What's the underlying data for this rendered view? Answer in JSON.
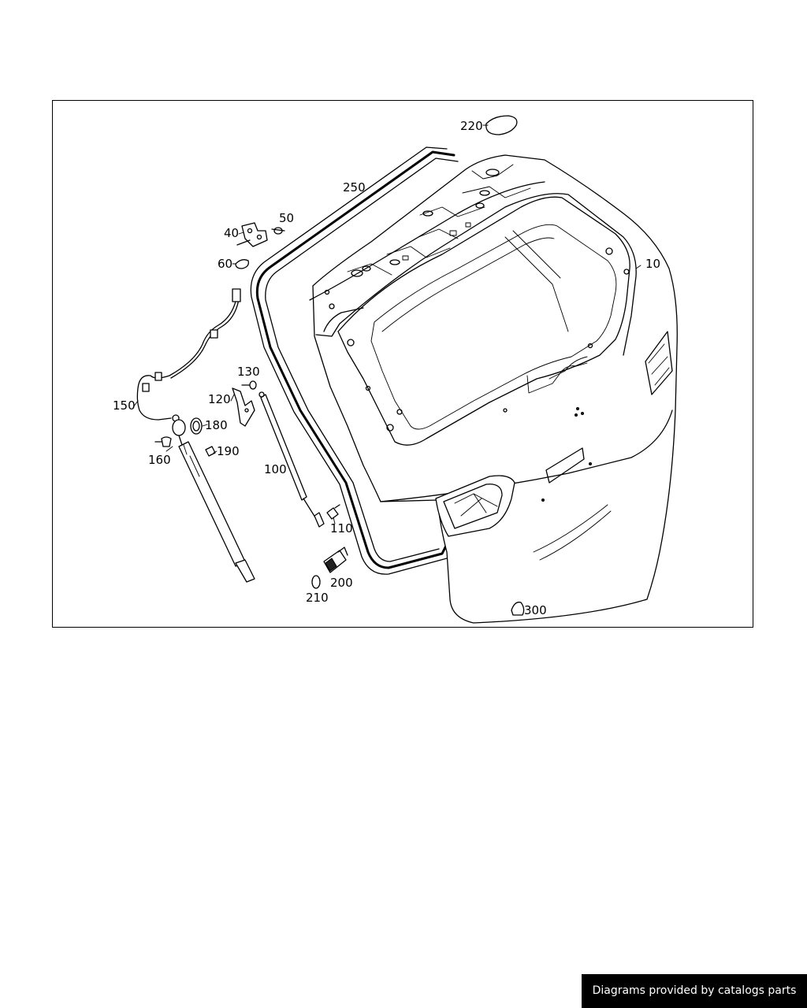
{
  "diagram": {
    "part_labels": {
      "p10": "10",
      "p40": "40",
      "p50": "50",
      "p60": "60",
      "p100": "100",
      "p110": "110",
      "p120": "120",
      "p130": "130",
      "p150": "150",
      "p160": "160",
      "p180": "180",
      "p190": "190",
      "p200": "200",
      "p210": "210",
      "p220": "220",
      "p250": "250",
      "p300": "300"
    }
  },
  "footer": {
    "credit": "Diagrams provided by catalogs parts"
  }
}
